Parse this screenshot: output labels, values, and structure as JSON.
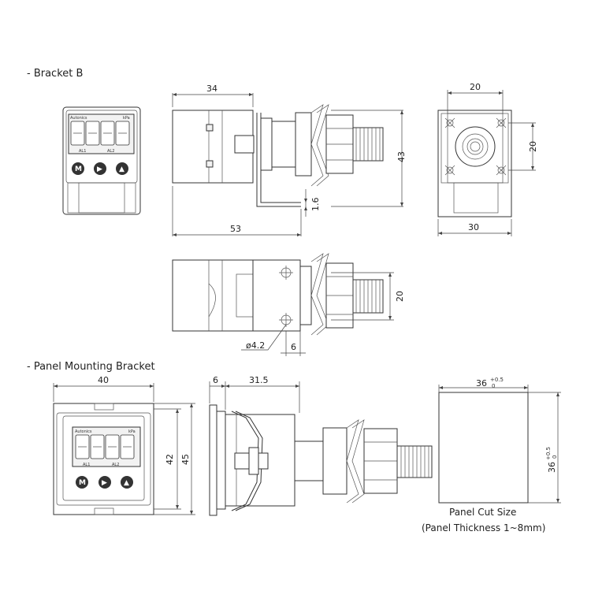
{
  "sections": {
    "bracket_b": "- Bracket B",
    "panel_mount": "- Panel Mounting Bracket"
  },
  "device": {
    "brand": "Autonics",
    "unit": "kPa",
    "alarm1": "AL1",
    "alarm2": "AL2",
    "buttons": [
      "M",
      "▶",
      "▲"
    ]
  },
  "dims": {
    "b_side_width": "34",
    "b_side_height": "43",
    "b_bracket_thickness": "1.6",
    "b_total_length": "53",
    "b_rear_width": "20",
    "b_rear_height": "20",
    "b_rear_total": "30",
    "b_top_height": "20",
    "b_hole": "ø4.2",
    "b_hole_offset": "6",
    "p_front_width": "40",
    "p_front_height_inner": "42",
    "p_front_height_outer": "45",
    "p_side_bezel": "6",
    "p_side_depth": "31.5",
    "p_cut_width": "36",
    "p_cut_height": "36",
    "p_tol_plus": "+0.5",
    "p_tol_zero": "0"
  },
  "labels": {
    "cut_title": "Panel Cut Size",
    "cut_note": "(Panel Thickness 1~8mm)"
  }
}
